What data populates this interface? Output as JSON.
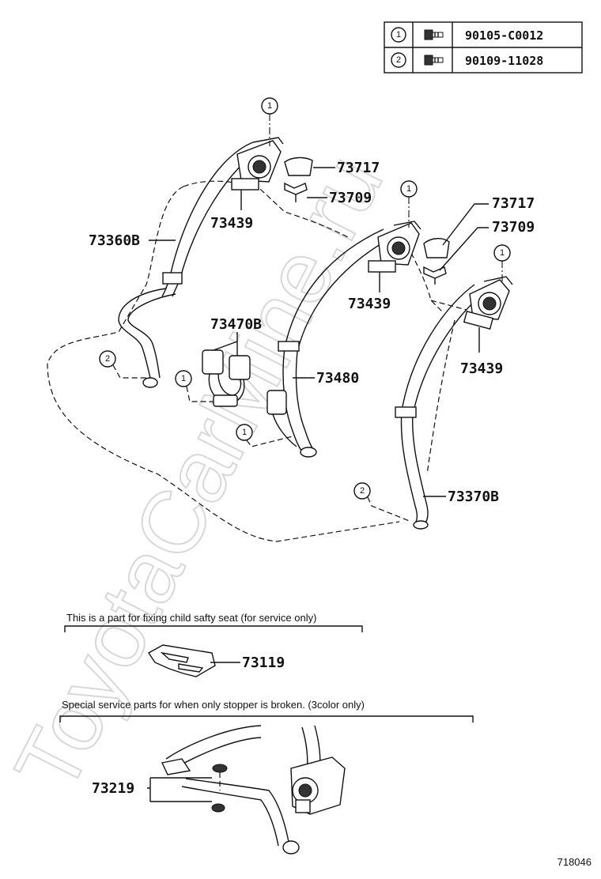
{
  "watermark": "ToyotaCarMine.ru",
  "fastener_table": [
    {
      "ref": "1",
      "icon": "bolt-icon",
      "part_number": "90105-C0012"
    },
    {
      "ref": "2",
      "icon": "bolt-icon",
      "part_number": "90109-11028"
    }
  ],
  "part_labels": {
    "p73717a": "73717",
    "p73709a": "73709",
    "p73439a": "73439",
    "p73360b": "73360B",
    "p73717b": "73717",
    "p73709b": "73709",
    "p73439b": "73439",
    "p73439c": "73439",
    "p73470b": "73470B",
    "p73480": "73480",
    "p73370b": "73370B",
    "p73119": "73119",
    "p73219": "73219"
  },
  "callouts": {
    "c1_top_left": "1",
    "c1_center": "1",
    "c1_right": "1",
    "c2_left": "2",
    "c1_buckle": "1",
    "c1_center_buckle": "1",
    "c2_right": "2"
  },
  "notes": {
    "child_seat": "This is a part for fixing child safty seat (for service only)",
    "stopper": "Special service parts for when only stopper is broken. (3color only)"
  },
  "diagram_number": "718046"
}
